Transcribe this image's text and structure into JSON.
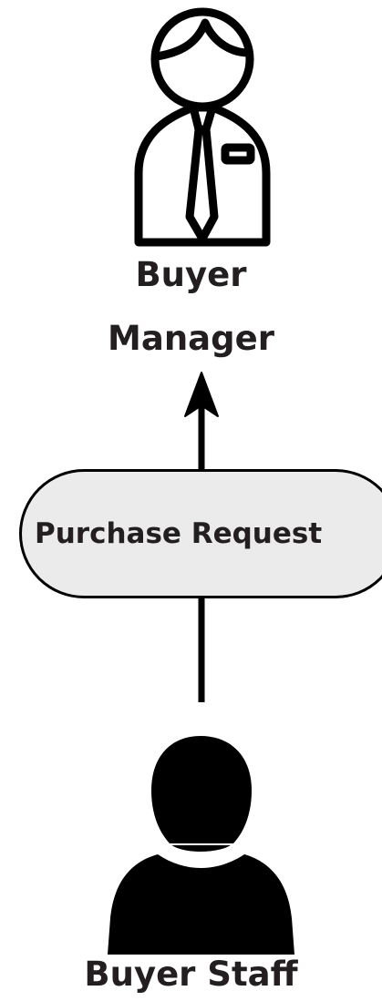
{
  "diagram": {
    "nodes": {
      "manager": {
        "icon": "business-person-tie-icon",
        "label_line1": "Buyer",
        "label_line2": "Manager"
      },
      "process": {
        "label": "Purchase Request"
      },
      "staff": {
        "icon": "user-silhouette-icon",
        "label": "Buyer Staff"
      }
    },
    "edges": [
      {
        "from": "staff",
        "to": "process"
      },
      {
        "from": "process",
        "to": "manager"
      }
    ],
    "colors": {
      "stroke": "#000000",
      "process_fill": "#ebebeb",
      "text": "#231f20"
    }
  }
}
